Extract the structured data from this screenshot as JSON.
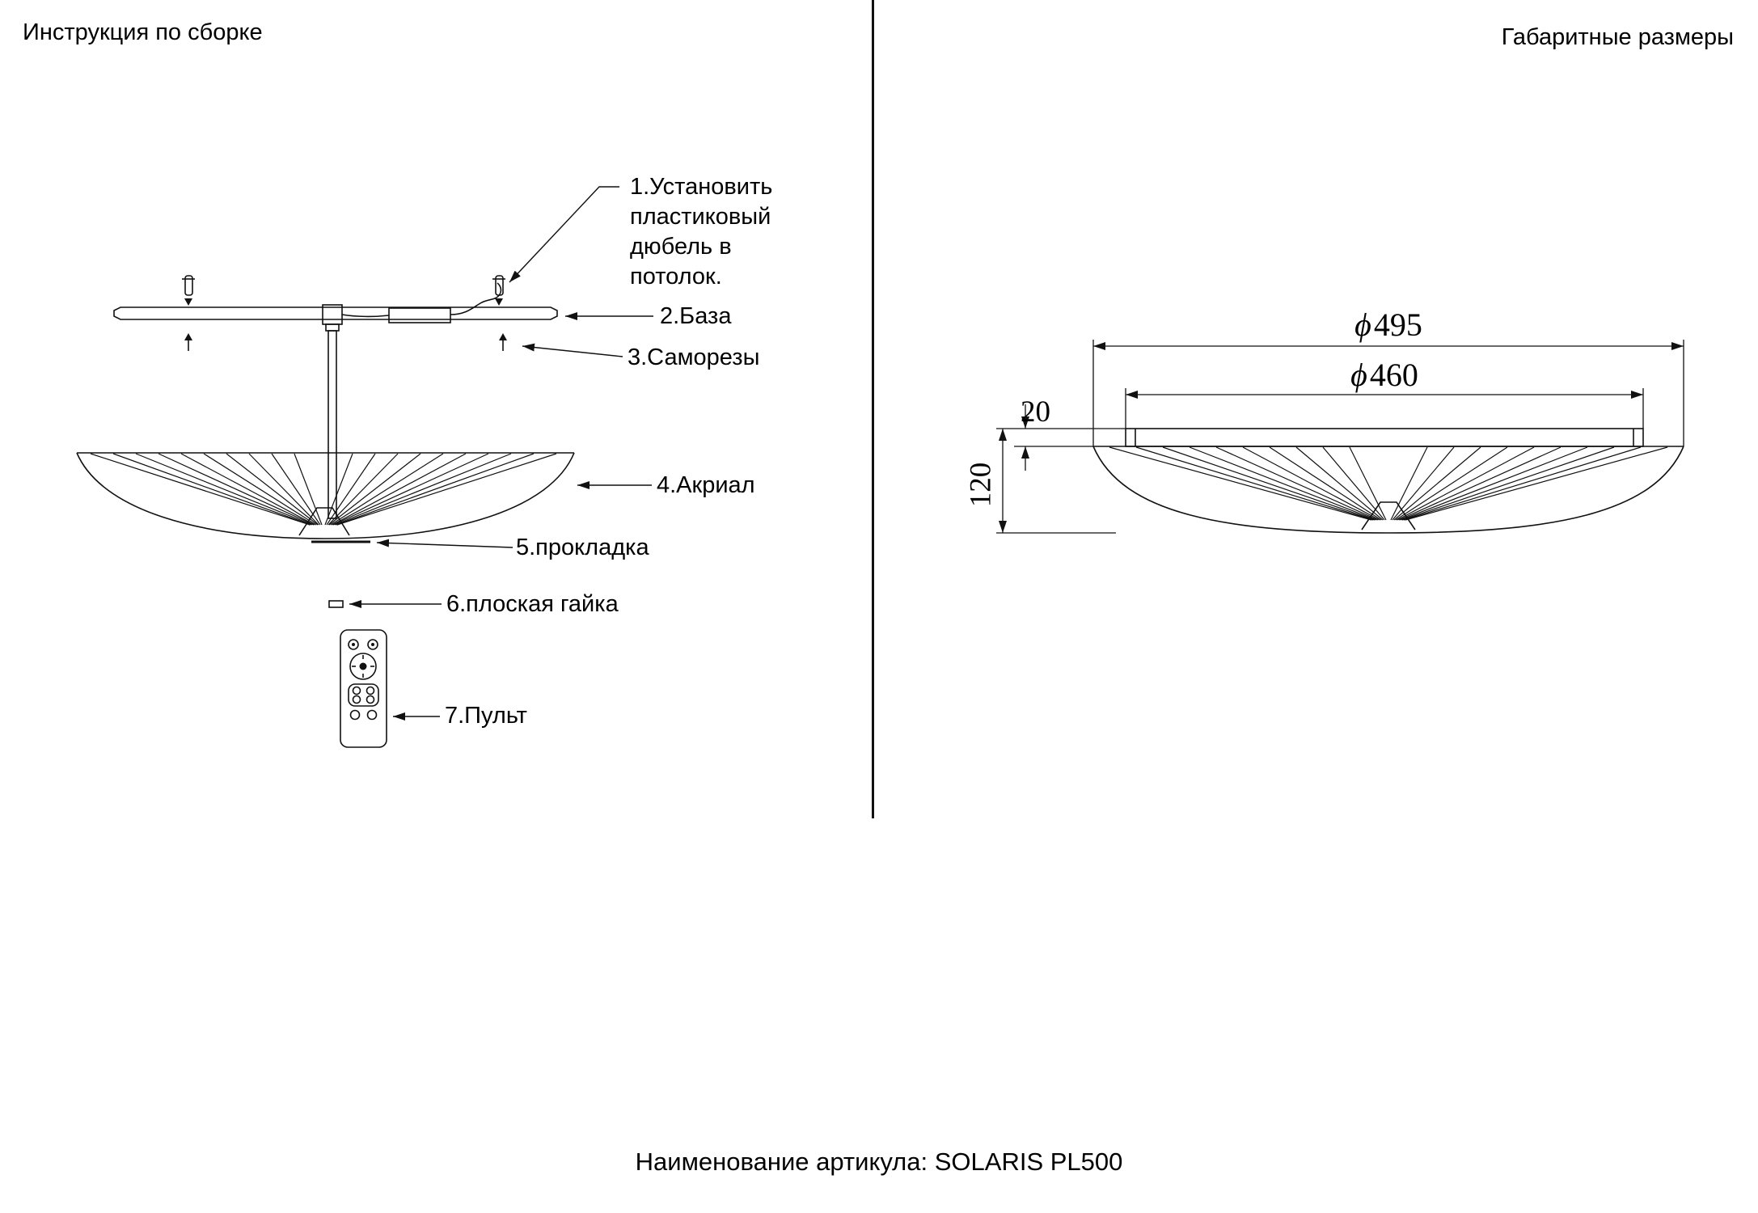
{
  "header": {
    "left_title": "Инструкция по сборке",
    "right_title": "Габаритные размеры"
  },
  "assembly_labels": {
    "step1": "1.Установить\nпластиковый\nдюбель в\nпотолок.",
    "step2": "2.База",
    "step3": "3.Саморезы",
    "step4": "4.Акриал",
    "step5": "5.прокладка",
    "step6": "6.плоская гайка",
    "step7": "7.Пульт"
  },
  "dimensions": {
    "diameter_outer": {
      "symbol": "ϕ",
      "value": "495"
    },
    "diameter_inner": {
      "symbol": "ϕ",
      "value": "460"
    },
    "base_height": "20",
    "total_height": "120"
  },
  "footer": {
    "label": "Наименование артикула: SOLARIS PL500"
  },
  "colors": {
    "line": "#111111",
    "background": "#ffffff",
    "text": "#000000"
  }
}
